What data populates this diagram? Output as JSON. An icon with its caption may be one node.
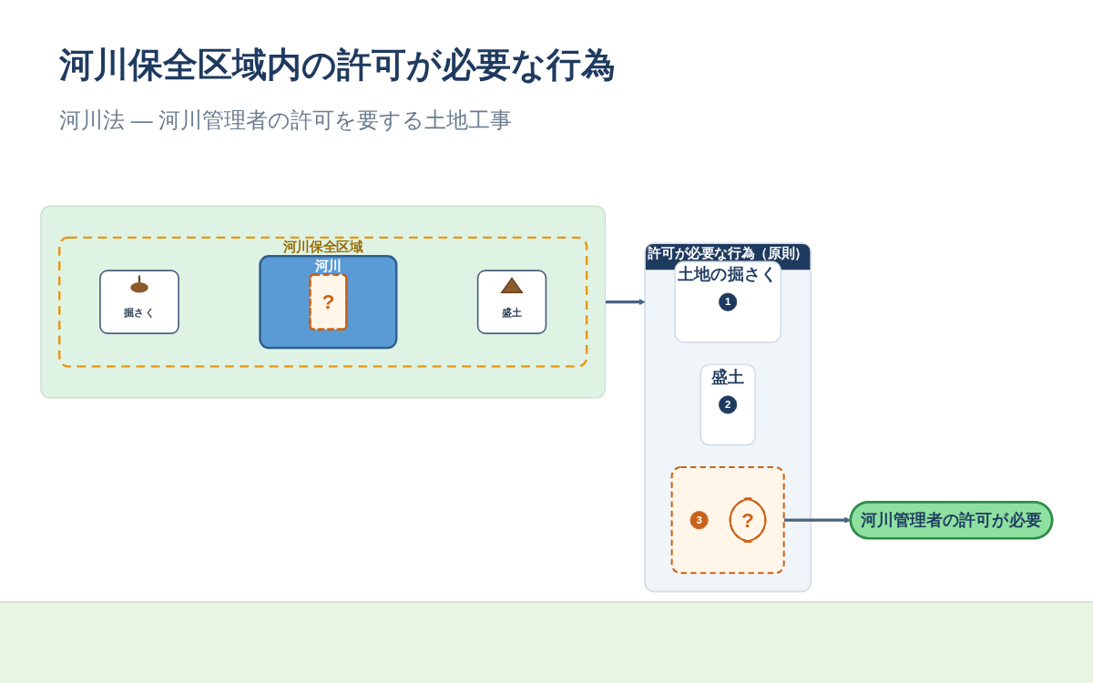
{
  "diagram": {
    "title": "河川保全区域内の許可が必要な行為",
    "nodes": [
      {
        "text": [],
        "shape": "box"
      },
      {
        "text": [
          "河川保全区域"
        ],
        "in": 0
      },
      {
        "text": [
          "掘さく"
        ],
        "in": 1
      },
      {
        "text": [
          "河川"
        ],
        "in": 1
      },
      {
        "text": [
          "?"
        ],
        "in": 3
      },
      {
        "text": [
          "盛土"
        ],
        "in": 1
      },
      {
        "text": [
          "許可が必要な行為（原則）"
        ]
      },
      {
        "text": [
          "土地の掘さく"
        ],
        "in": 6
      },
      {
        "text": [
          "1"
        ],
        "in": 7
      },
      {
        "text": [
          "盛土"
        ],
        "in": 6
      },
      {
        "text": [
          "2"
        ],
        "in": 9
      },
      {
        "text": [],
        "shape": "box",
        "in": 6
      },
      {
        "text": [
          "3"
        ],
        "in": 11
      },
      {
        "text": [
          "?"
        ],
        "in": 11
      },
      {
        "text": [
          "河川管理者の許可が必要"
        ]
      }
    ],
    "edges": [
      {
        "from": 0,
        "to": 6,
        "arrow": "to"
      },
      {
        "from": 11,
        "to": 14,
        "arrow": "to"
      }
    ],
    "labels": [
      "河川法 — 河川管理者の許可を要する土地工事"
    ]
  }
}
